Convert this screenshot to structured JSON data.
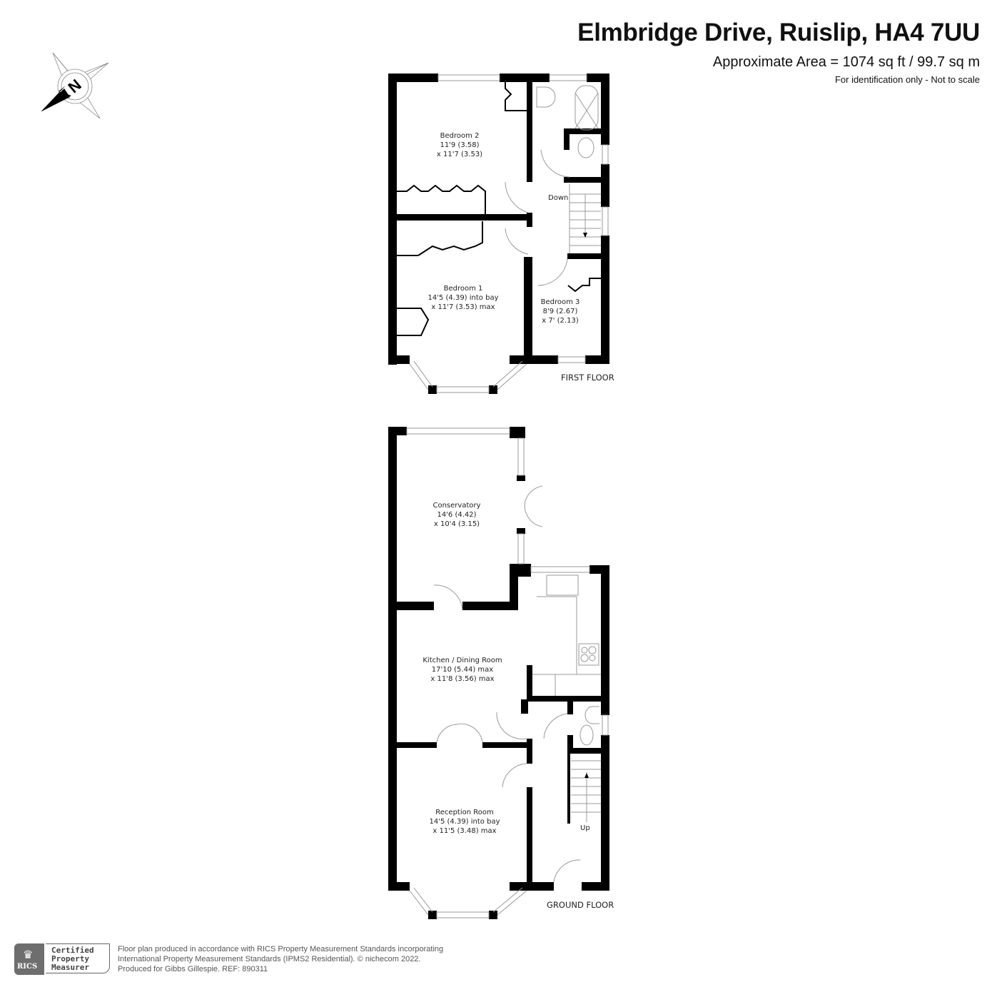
{
  "header": {
    "title": "Elmbridge Drive, Ruislip, HA4 7UU",
    "area": "Approximate Area = 1074 sq ft / 99.7 sq m",
    "note": "For identification only - Not to scale"
  },
  "compass": {
    "icon": "north-compass-icon",
    "letter": "N"
  },
  "first_floor": {
    "label": "FIRST FLOOR",
    "rooms": [
      {
        "name": "Bedroom 2",
        "dim1": "11'9 (3.58)",
        "dim2": "x 11'7 (3.53)"
      },
      {
        "name": "Bedroom 1",
        "dim1": "14'5 (4.39) into bay",
        "dim2": "x 11'7 (3.53) max"
      },
      {
        "name": "Bedroom 3",
        "dim1": "8'9 (2.67)",
        "dim2": "x 7' (2.13)"
      }
    ],
    "stairs_label": "Down"
  },
  "ground_floor": {
    "label": "GROUND FLOOR",
    "rooms": [
      {
        "name": "Conservatory",
        "dim1": "14'6 (4.42)",
        "dim2": "x 10'4 (3.15)"
      },
      {
        "name": "Kitchen / Dining Room",
        "dim1": "17'10 (5.44) max",
        "dim2": "x 11'8 (3.56) max"
      },
      {
        "name": "Reception Room",
        "dim1": "14'5 (4.39) into bay",
        "dim2": "x 11'5 (3.48) max"
      }
    ],
    "stairs_label": "Up"
  },
  "footer": {
    "rics_logo_text": "RICS",
    "certified": [
      "Certified",
      "Property",
      "Measurer"
    ],
    "lines": [
      "Floor plan produced in accordance with RICS Property Measurement Standards incorporating",
      "International Property Measurement Standards (IPMS2 Residential).   © nichecom 2022.",
      "Produced for Gibbs Gillespie.   REF: 890311"
    ]
  }
}
